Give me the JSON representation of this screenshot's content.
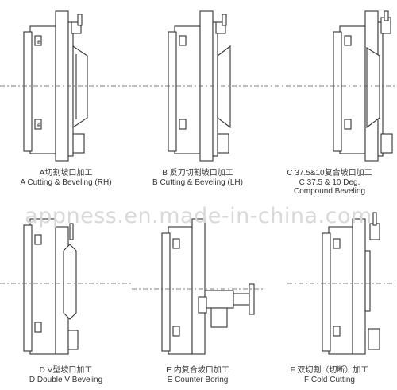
{
  "watermark": "appness.en.made-in-china.com",
  "panels": [
    {
      "id": "A",
      "caption_cn": "A切割坡口加工",
      "caption_en": "A Cutting & Beveling (RH)"
    },
    {
      "id": "B",
      "caption_cn": "B 反刀切割坡口加工",
      "caption_en": "B Cutting & Beveling (LH)"
    },
    {
      "id": "C",
      "caption_cn": "C 37.5&10复合坡口加工",
      "caption_en": "C 37.5 & 10 Deg.",
      "caption_en2": "Compound Beveling"
    },
    {
      "id": "D",
      "caption_cn": "D V型坡口加工",
      "caption_en": "D Double V Beveling"
    },
    {
      "id": "E",
      "caption_cn": "E 内复合坡口加工",
      "caption_en": "E Counter Boring"
    },
    {
      "id": "F",
      "caption_cn": "F 双切割（切断）加工",
      "caption_en": "F Cold Cutting"
    }
  ]
}
